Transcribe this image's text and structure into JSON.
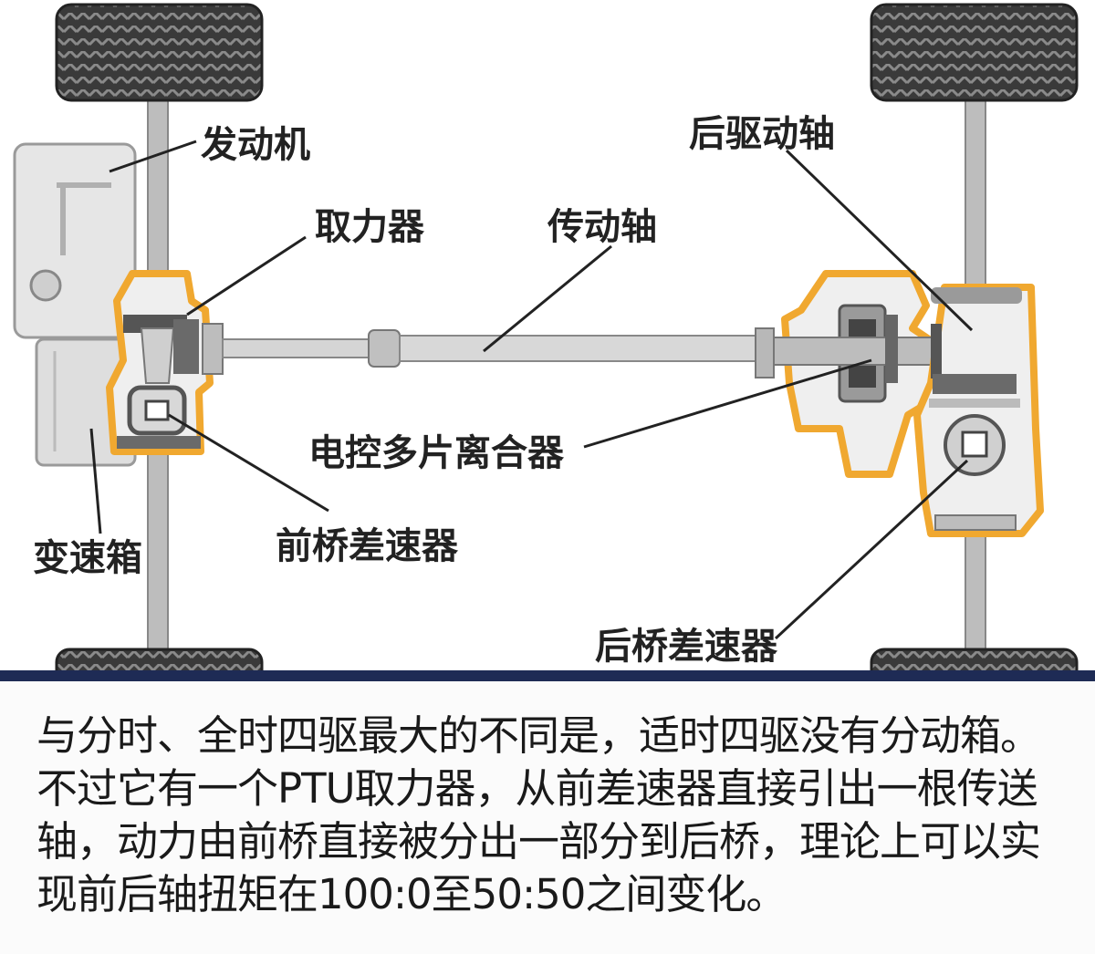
{
  "labels": {
    "engine": "发动机",
    "ptu": "取力器",
    "driveshaft": "传动轴",
    "rear_axle": "后驱动轴",
    "clutch": "电控多片离合器",
    "gearbox": "变速箱",
    "front_diff": "前桥差速器",
    "rear_diff": "后桥差速器"
  },
  "caption": "与分时、全时四驱最大的不同是，适时四驱没有分动箱。不过它有一个PTU取力器，从前差速器直接引出一根传送轴，动力由前桥直接被分出一部分到后桥，理论上可以实现前后轴扭矩在100:0至50:50之间变化。",
  "colors": {
    "highlight_orange": "#f0a830",
    "caption_bar": "#1e2b55",
    "tire": "#3a3a3a",
    "part_gray": "#c8c8c8"
  }
}
